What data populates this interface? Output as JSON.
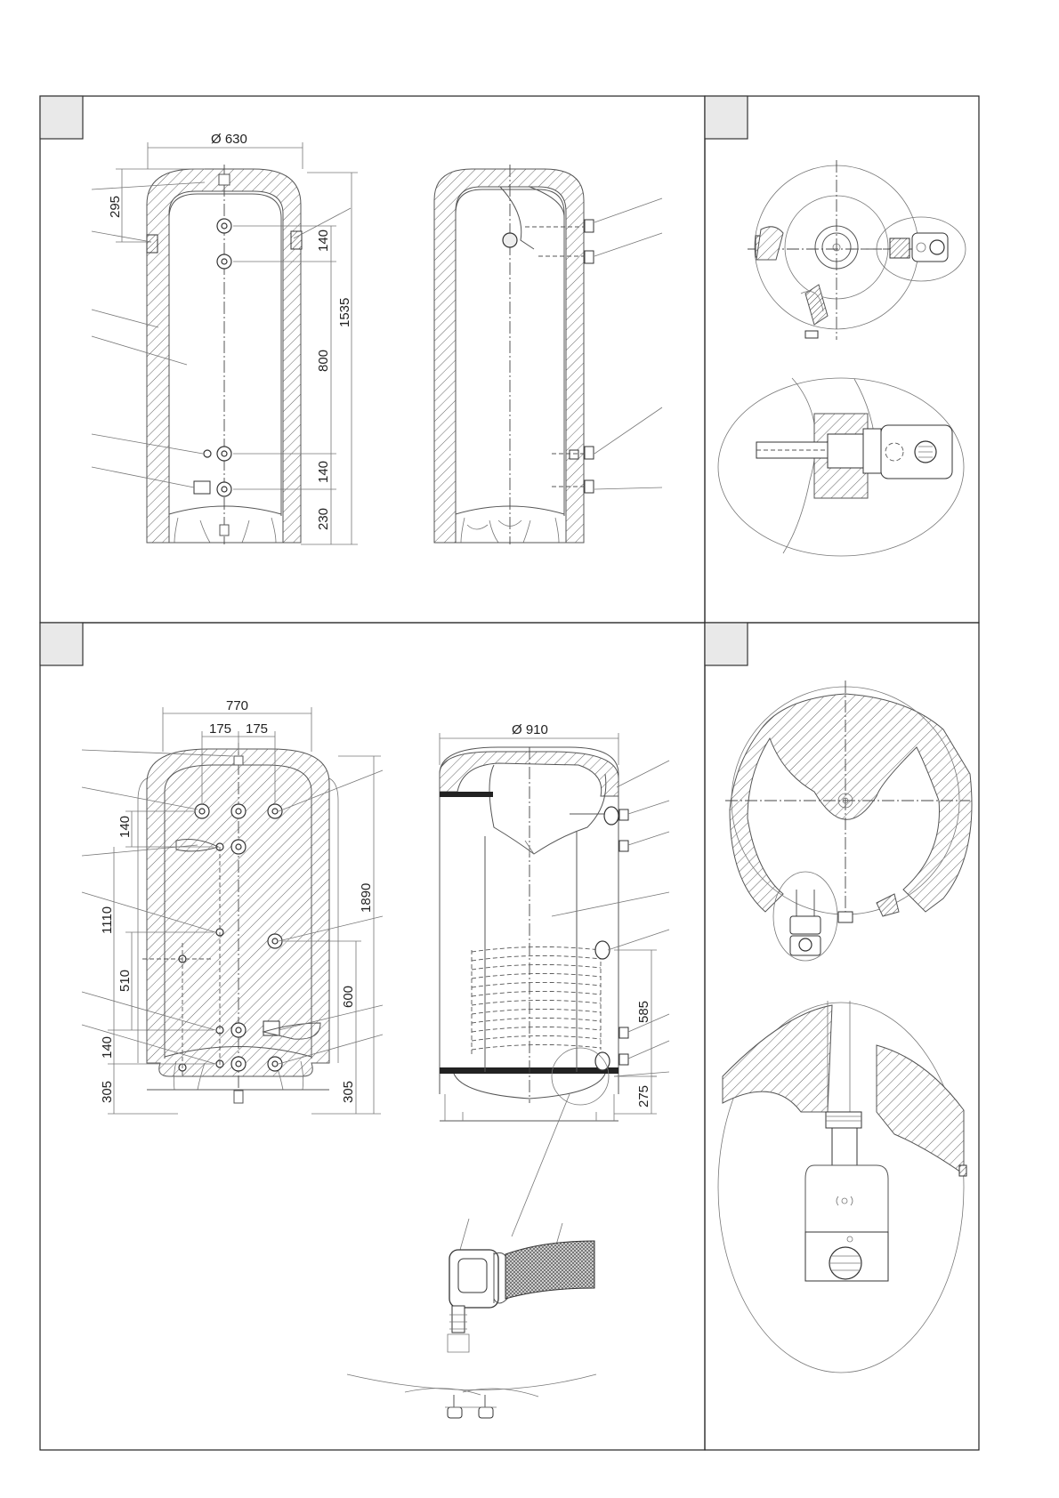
{
  "sheet": {
    "top_left_panel": {
      "dimensions": {
        "diameter": "Ø 630",
        "top_offset": "295",
        "upper_spacing": "140",
        "total_height": "1535",
        "middle_spacing": "800",
        "lower_spacing": "140",
        "bottom_offset": "230"
      }
    },
    "bottom_left_panel": {
      "dimensions": {
        "width": "770",
        "left_spacing": "175",
        "right_spacing": "175",
        "diameter": "Ø 910",
        "upper_spacing": "140",
        "sensor_height": "1110",
        "mid_spacing": "510",
        "lower_spacing": "140",
        "bottom_left": "305",
        "total_height": "1890",
        "port_height": "600",
        "bottom_right": "305",
        "coil_height": "585",
        "coil_bottom": "275"
      }
    },
    "colors": {
      "line": "#555555",
      "hatch": "#666666",
      "label_box": "#e9e9e9",
      "band": "#222222"
    },
    "icons": [
      "hatch-pattern",
      "connection-port",
      "sensor-port",
      "heating-element",
      "thermostat-knob",
      "insulation-band"
    ]
  }
}
